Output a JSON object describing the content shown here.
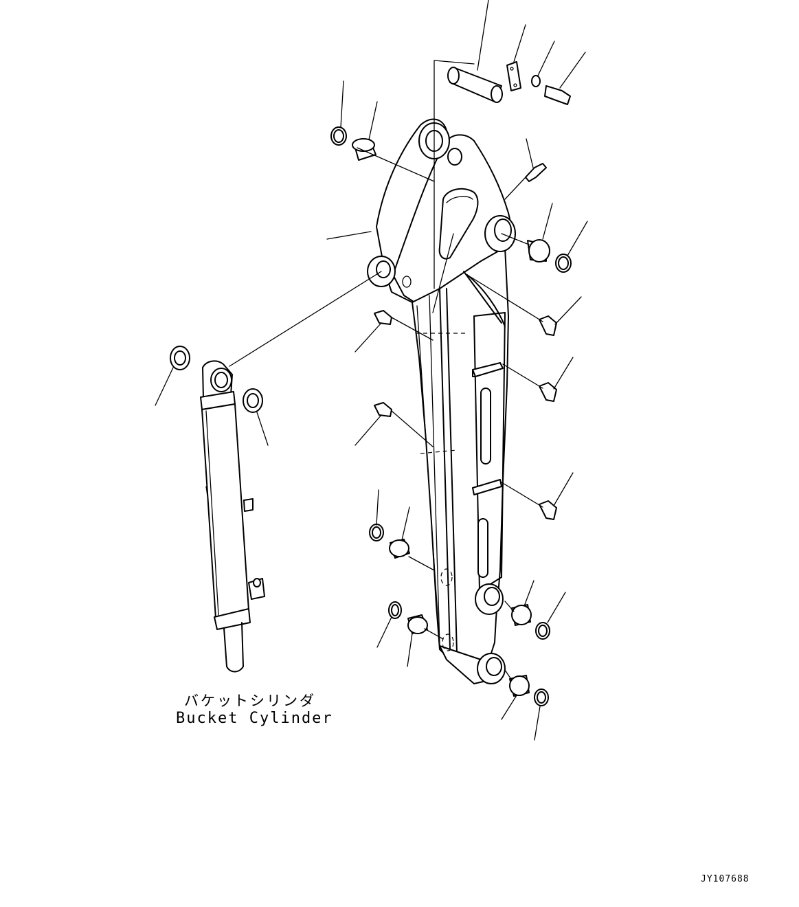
{
  "caption": {
    "jp": "バケットシリンダ",
    "en": "Bucket Cylinder"
  },
  "drawing_code": "JY107688"
}
